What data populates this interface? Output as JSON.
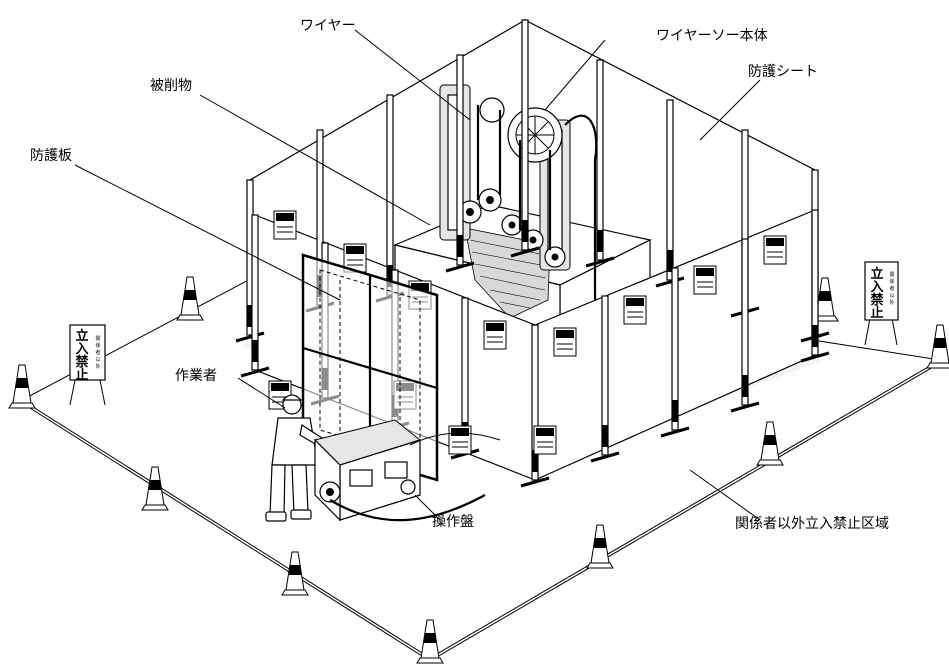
{
  "labels": {
    "wire": "ワイヤー",
    "wire_saw_body": "ワイヤーソー本体",
    "workpiece": "被削物",
    "protective_sheet": "防護シート",
    "protective_board": "防護板",
    "worker": "作業者",
    "control_panel": "操作盤",
    "restricted_area": "関係者以外立入禁止区域"
  },
  "signs": {
    "main_text": [
      "立",
      "入",
      "禁",
      "止"
    ],
    "side_text": [
      "関",
      "係",
      "者",
      "以",
      "外"
    ]
  }
}
